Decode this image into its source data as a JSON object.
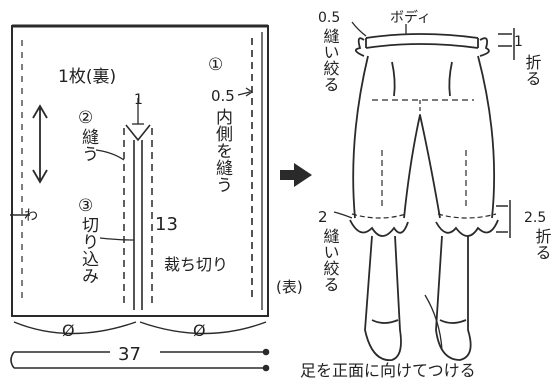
{
  "left_panel": {
    "piece_label": "1枚(裏)",
    "step1_number": "①",
    "step1_measure": "0.5",
    "step1_text": "内側を縫う",
    "step2_number": "②",
    "step2_text": "縫う",
    "step3_number": "③",
    "step3_text": "切り込み",
    "dim_top": "1",
    "dim_length": "13",
    "cut_label": "裁ち切り",
    "fold_mark": "わ",
    "outside_label": "(表)",
    "width_symbol_left": "Ø",
    "width_symbol_right": "Ø",
    "total_width": "37"
  },
  "right_panel": {
    "top_measure": "0.5",
    "top_gather": "縫い絞る",
    "body_label": "ボディ",
    "top_fold_measure": "1",
    "top_fold": "折る",
    "leg_measure": "2",
    "leg_gather": "縫い絞る",
    "hem_fold_measure": "2.5",
    "hem_fold": "折る",
    "attach_note": "足を正面に向けてつける"
  }
}
